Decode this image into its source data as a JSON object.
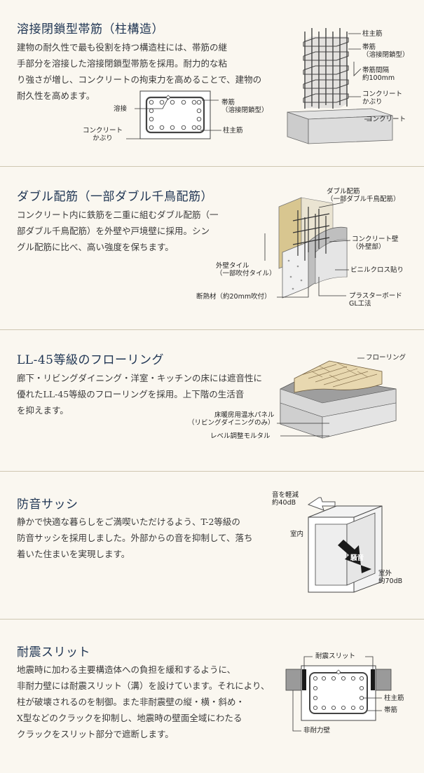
{
  "sections": [
    {
      "title": "溶接閉鎖型帯筋（柱構造）",
      "body": [
        "建物の耐久性で最も役割を持つ構造柱には、帯筋の継",
        "手部分を溶接した溶接閉鎖型帯筋を採用。耐力的な粘",
        "り強さが増し、コンクリートの拘束力を高めることで、建物の",
        "耐久性を高めます。"
      ],
      "labels": {
        "welding": "溶接",
        "cover": [
          "コンクリート",
          "かぶり"
        ],
        "hoop": [
          "帯筋",
          "（溶接閉鎖型）"
        ],
        "main_bar": "柱主筋",
        "col_main_bar": "柱主筋",
        "col_hoop": [
          "帯筋",
          "（溶接閉鎖型）"
        ],
        "col_spacing": [
          "帯筋間隔",
          "約100mm"
        ],
        "col_cover": [
          "コンクリート",
          "かぶり"
        ],
        "col_concrete": "コンクリート"
      }
    },
    {
      "title": "ダブル配筋（一部ダブル千鳥配筋）",
      "body": [
        "コンクリート内に鉄筋を二重に組むダブル配筋（一",
        "部ダブル千鳥配筋）を外壁や戸境壁に採用。シン",
        "グル配筋に比べ、高い強度を保ちます。"
      ],
      "labels": {
        "double": [
          "ダブル配筋",
          "（一部ダブル千鳥配筋）"
        ],
        "wall": [
          "コンクリート壁",
          "（外壁部）"
        ],
        "tile": [
          "外壁タイル",
          "（一部吹付タイル）"
        ],
        "vinyl": "ビニルクロス貼り",
        "insulation": "断熱材（約20mm吹付）",
        "plaster": [
          "プラスターボード",
          "GL工法"
        ]
      }
    },
    {
      "title": "LL-45等級のフローリング",
      "body": [
        "廊下・リビングダイニング・洋室・キッチンの床には遮音性に",
        "優れたLL-45等級のフローリングを採用。上下階の生活音",
        "を抑えます。"
      ],
      "labels": {
        "flooring": "フローリング",
        "heating": [
          "床暖房用温水パネル",
          "（リビングダイニングのみ）"
        ],
        "mortar": "レベル調整モルタル"
      }
    },
    {
      "title": "防音サッシ",
      "body": [
        "静かで快適な暮らしをご満喫いただけるよう、T-2等級の",
        "防音サッシを採用しました。外部からの音を抑制して、落ち",
        "着いた住まいを実現します。"
      ],
      "labels": {
        "reduce": [
          "音を軽減",
          "約40dB"
        ],
        "indoor": "室内",
        "noise": "騒音",
        "outdoor": [
          "室外",
          "約70dB"
        ]
      }
    },
    {
      "title": "耐震スリット",
      "body": [
        "地震時に加わる主要構造体への負担を緩和するように、",
        "非耐力壁には耐震スリット（溝）を設けています。それにより、",
        "柱が破壊されるのを制御。また非耐震壁の縦・横・斜め・",
        "X型などのクラックを抑制し、地震時の壁面全域にわたる",
        "クラックをスリット部分で遮断します。"
      ],
      "labels": {
        "slit": "耐震スリット",
        "main_bar": "柱主筋",
        "hoop": "帯筋",
        "nonbearing": "非耐力壁"
      }
    }
  ]
}
